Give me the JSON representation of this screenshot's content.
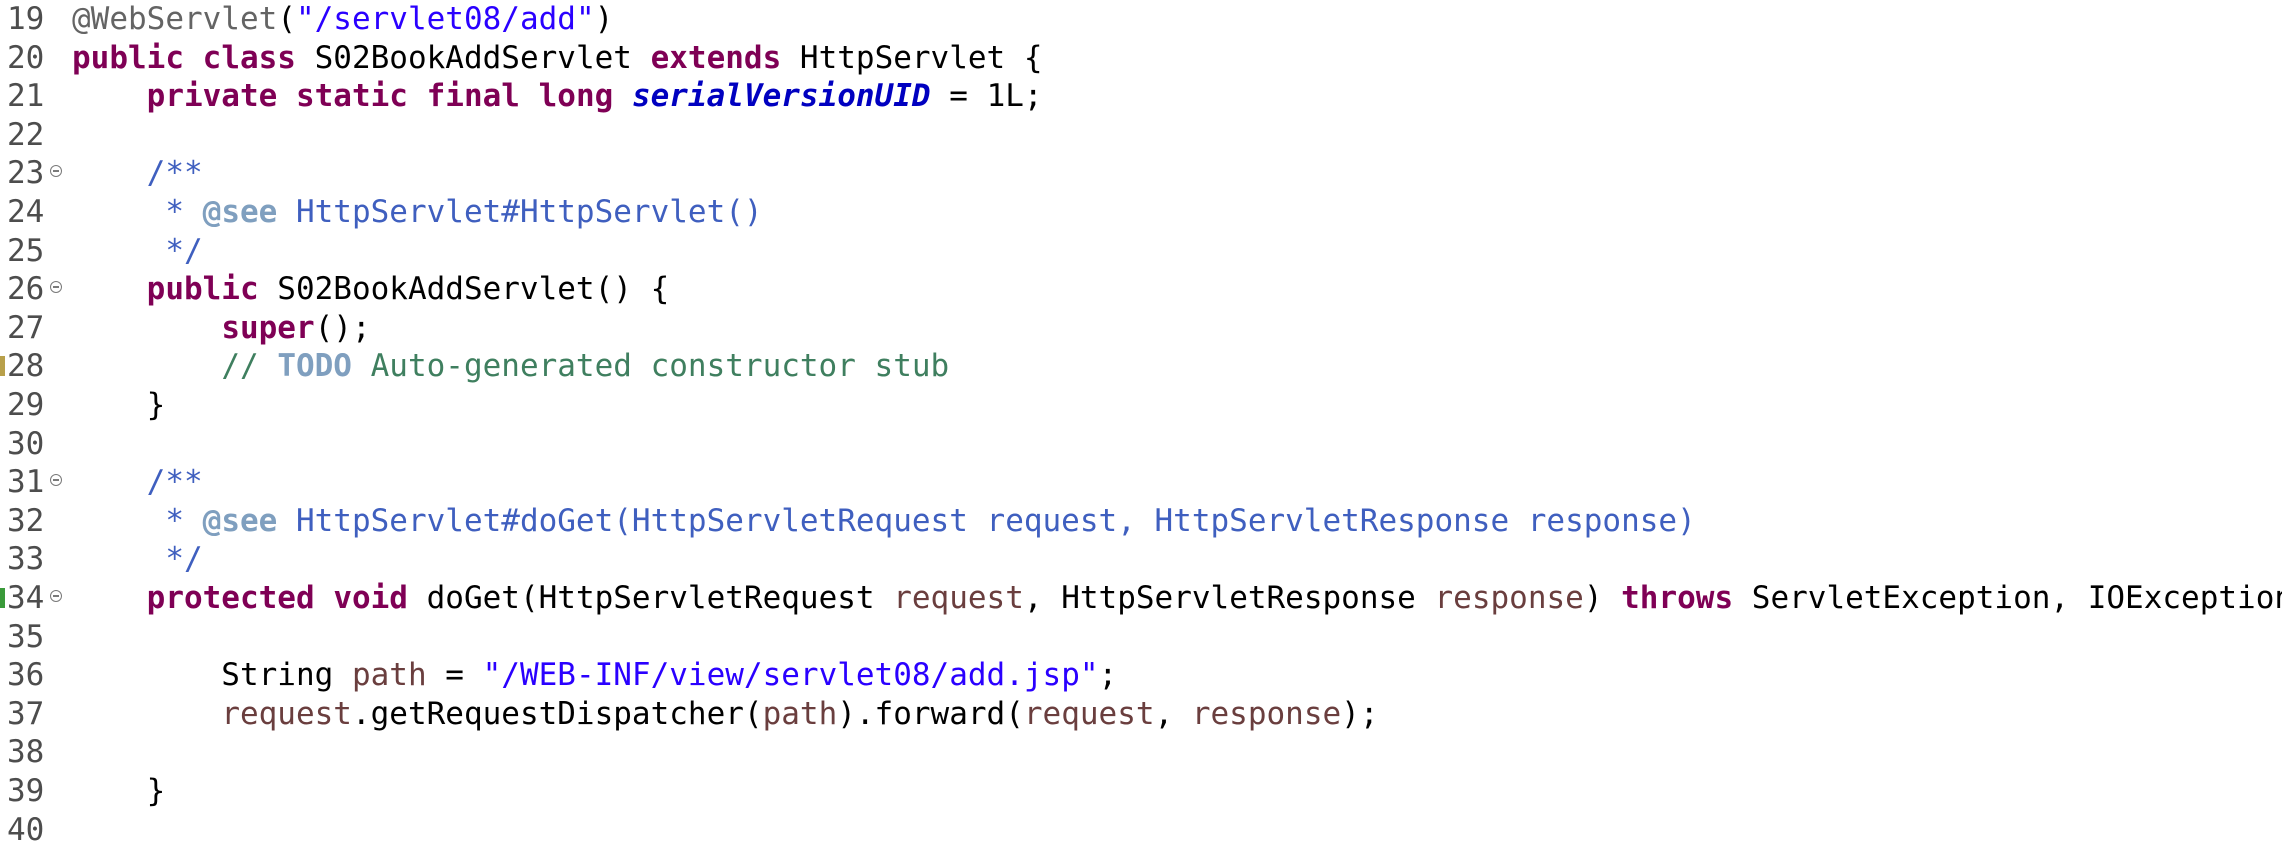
{
  "editor": {
    "lines": [
      {
        "num": "19",
        "fold": false,
        "tokens": [
          {
            "t": "anno",
            "v": "@WebServlet"
          },
          {
            "t": "pl",
            "v": "("
          },
          {
            "t": "str",
            "v": "\"/servlet08/add\""
          },
          {
            "t": "pl",
            "v": ")"
          }
        ]
      },
      {
        "num": "20",
        "fold": false,
        "tokens": [
          {
            "t": "kw",
            "v": "public"
          },
          {
            "t": "pl",
            "v": " "
          },
          {
            "t": "kw",
            "v": "class"
          },
          {
            "t": "pl",
            "v": " S02BookAddServlet "
          },
          {
            "t": "kw",
            "v": "extends"
          },
          {
            "t": "pl",
            "v": " HttpServlet {"
          }
        ]
      },
      {
        "num": "21",
        "fold": false,
        "tokens": [
          {
            "t": "pl",
            "v": "    "
          },
          {
            "t": "kw",
            "v": "private"
          },
          {
            "t": "pl",
            "v": " "
          },
          {
            "t": "kw",
            "v": "static"
          },
          {
            "t": "pl",
            "v": " "
          },
          {
            "t": "kw",
            "v": "final"
          },
          {
            "t": "pl",
            "v": " "
          },
          {
            "t": "kw",
            "v": "long"
          },
          {
            "t": "pl",
            "v": " "
          },
          {
            "t": "fld",
            "v": "serialVersionUID"
          },
          {
            "t": "pl",
            "v": " = 1L;"
          }
        ]
      },
      {
        "num": "22",
        "fold": false,
        "tokens": []
      },
      {
        "num": "23",
        "fold": true,
        "tokens": [
          {
            "t": "pl",
            "v": "    "
          },
          {
            "t": "doc",
            "v": "/**"
          }
        ]
      },
      {
        "num": "24",
        "fold": false,
        "tokens": [
          {
            "t": "doc",
            "v": "     * "
          },
          {
            "t": "doctag",
            "v": "@see"
          },
          {
            "t": "doc",
            "v": " HttpServlet#HttpServlet()"
          }
        ]
      },
      {
        "num": "25",
        "fold": false,
        "tokens": [
          {
            "t": "doc",
            "v": "     */"
          }
        ]
      },
      {
        "num": "26",
        "fold": true,
        "tokens": [
          {
            "t": "pl",
            "v": "    "
          },
          {
            "t": "kw",
            "v": "public"
          },
          {
            "t": "pl",
            "v": " S02BookAddServlet() {"
          }
        ]
      },
      {
        "num": "27",
        "fold": false,
        "tokens": [
          {
            "t": "pl",
            "v": "        "
          },
          {
            "t": "kw",
            "v": "super"
          },
          {
            "t": "pl",
            "v": "();"
          }
        ]
      },
      {
        "num": "28",
        "fold": false,
        "marker": "#b8a04a",
        "tokens": [
          {
            "t": "pl",
            "v": "        "
          },
          {
            "t": "com",
            "v": "// "
          },
          {
            "t": "todo",
            "v": "TODO"
          },
          {
            "t": "com",
            "v": " Auto-generated constructor stub"
          }
        ]
      },
      {
        "num": "29",
        "fold": false,
        "tokens": [
          {
            "t": "pl",
            "v": "    }"
          }
        ]
      },
      {
        "num": "30",
        "fold": false,
        "tokens": []
      },
      {
        "num": "31",
        "fold": true,
        "tokens": [
          {
            "t": "pl",
            "v": "    "
          },
          {
            "t": "doc",
            "v": "/**"
          }
        ]
      },
      {
        "num": "32",
        "fold": false,
        "tokens": [
          {
            "t": "doc",
            "v": "     * "
          },
          {
            "t": "doctag",
            "v": "@see"
          },
          {
            "t": "doc",
            "v": " HttpServlet#doGet(HttpServletRequest request, HttpServletResponse response)"
          }
        ]
      },
      {
        "num": "33",
        "fold": false,
        "tokens": [
          {
            "t": "doc",
            "v": "     */"
          }
        ]
      },
      {
        "num": "34",
        "fold": true,
        "marker": "#3a9a3a",
        "tokens": [
          {
            "t": "pl",
            "v": "    "
          },
          {
            "t": "kw",
            "v": "protected"
          },
          {
            "t": "pl",
            "v": " "
          },
          {
            "t": "kw",
            "v": "void"
          },
          {
            "t": "pl",
            "v": " doGet(HttpServletRequest "
          },
          {
            "t": "var",
            "v": "request"
          },
          {
            "t": "pl",
            "v": ", HttpServletResponse "
          },
          {
            "t": "var",
            "v": "response"
          },
          {
            "t": "pl",
            "v": ") "
          },
          {
            "t": "kw",
            "v": "throws"
          },
          {
            "t": "pl",
            "v": " ServletException, IOException {"
          }
        ]
      },
      {
        "num": "35",
        "fold": false,
        "tokens": []
      },
      {
        "num": "36",
        "fold": false,
        "tokens": [
          {
            "t": "pl",
            "v": "        String "
          },
          {
            "t": "var",
            "v": "path"
          },
          {
            "t": "pl",
            "v": " = "
          },
          {
            "t": "str",
            "v": "\"/WEB-INF/view/servlet08/add.jsp\""
          },
          {
            "t": "pl",
            "v": ";"
          }
        ]
      },
      {
        "num": "37",
        "fold": false,
        "tokens": [
          {
            "t": "pl",
            "v": "        "
          },
          {
            "t": "var",
            "v": "request"
          },
          {
            "t": "pl",
            "v": ".getRequestDispatcher("
          },
          {
            "t": "var",
            "v": "path"
          },
          {
            "t": "pl",
            "v": ").forward("
          },
          {
            "t": "var",
            "v": "request"
          },
          {
            "t": "pl",
            "v": ", "
          },
          {
            "t": "var",
            "v": "response"
          },
          {
            "t": "pl",
            "v": ");"
          }
        ]
      },
      {
        "num": "38",
        "fold": false,
        "tokens": []
      },
      {
        "num": "39",
        "fold": false,
        "tokens": [
          {
            "t": "pl",
            "v": "    }"
          }
        ]
      },
      {
        "num": "40",
        "fold": false,
        "tokens": []
      }
    ]
  }
}
